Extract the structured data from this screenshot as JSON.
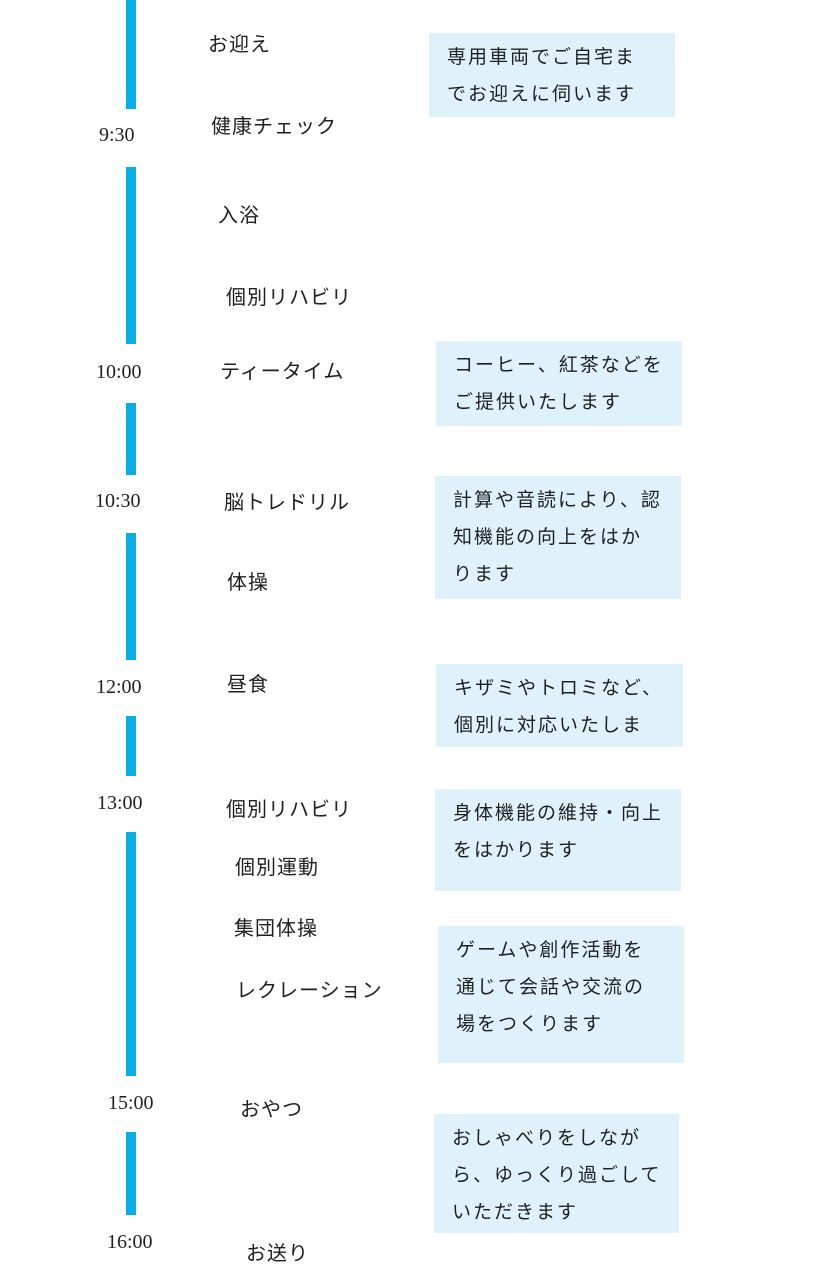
{
  "colors": {
    "timeline_bar": "#0aaee6",
    "note_background": "#dff2fb",
    "text": "#1f1f1f"
  },
  "times": [
    "9:30",
    "10:00",
    "10:30",
    "12:00",
    "13:00",
    "15:00",
    "16:00"
  ],
  "activities": [
    "お迎え",
    "健康チェック",
    "入浴",
    "個別リハビリ",
    "ティータイム",
    "脳トレドリル",
    "体操",
    "昼食",
    "個別リハビリ",
    "個別運動",
    "集団体操",
    "レクレーション",
    "おやつ",
    "お送り"
  ],
  "notes": [
    {
      "lines": [
        "専用車両でご自宅ま",
        "でお迎えに伺います"
      ]
    },
    {
      "lines": [
        "コーヒー、紅茶などを",
        "ご提供いたします"
      ]
    },
    {
      "lines": [
        "計算や音読により、認",
        "知機能の向上をはか",
        "ります"
      ]
    },
    {
      "lines": [
        "キザミやトロミなど、",
        "個別に対応いたしま"
      ]
    },
    {
      "lines": [
        "身体機能の維持・向上",
        "をはかります"
      ]
    },
    {
      "lines": [
        "ゲームや創作活動を",
        "通じて会話や交流の",
        "場をつくります"
      ]
    },
    {
      "lines": [
        "おしゃべりをしなが",
        "ら、ゆっくり過ごして",
        "いただきます"
      ]
    }
  ]
}
